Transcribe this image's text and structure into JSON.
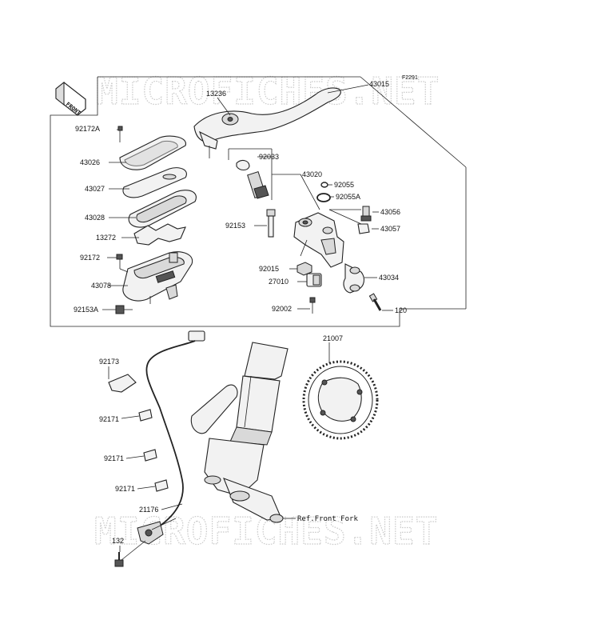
{
  "watermark": "MICROFICHES.NET",
  "figure_code": "F2291",
  "front_label": "FRONT",
  "ref_label": "Ref.Front Fork",
  "labels": {
    "l43015": "43015",
    "l13236": "13236",
    "l92172A": "92172A",
    "l43026": "43026",
    "l43027": "43027",
    "l43028": "43028",
    "l13272": "13272",
    "l92172": "92172",
    "l43078": "43078",
    "l92153A": "92153A",
    "l92033": "92033",
    "l43020": "43020",
    "l92055": "92055",
    "l92055A": "92055A",
    "l92153": "92153",
    "l43056": "43056",
    "l43057": "43057",
    "l92015": "92015",
    "l27010": "27010",
    "l43034": "43034",
    "l92002": "92002",
    "l120": "120",
    "l21007": "21007",
    "l92173": "92173",
    "l92171a": "92171",
    "l92171b": "92171",
    "l92171c": "92171",
    "l21176": "21176",
    "l132": "132"
  }
}
